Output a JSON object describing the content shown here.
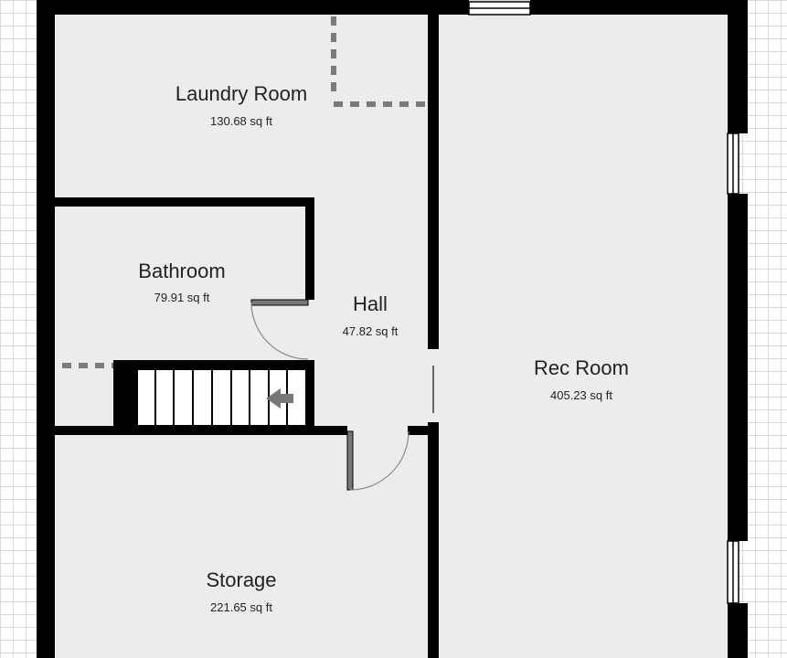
{
  "floorplan": {
    "colors": {
      "wall": "#000000",
      "floor": "#ececec",
      "grid": "#d9d9d9",
      "dashed_boundary": "#7a7a7a",
      "door_swing": "#7a7a7a"
    },
    "rooms": {
      "laundry": {
        "name": "Laundry Room",
        "area": "130.68 sq ft"
      },
      "bathroom": {
        "name": "Bathroom",
        "area": "79.91 sq ft"
      },
      "hall": {
        "name": "Hall",
        "area": "47.82 sq ft"
      },
      "rec": {
        "name": "Rec Room",
        "area": "405.23 sq ft"
      },
      "storage": {
        "name": "Storage",
        "area": "221.65 sq ft"
      }
    },
    "stairs": {
      "direction": "left",
      "step_count": 9
    }
  }
}
